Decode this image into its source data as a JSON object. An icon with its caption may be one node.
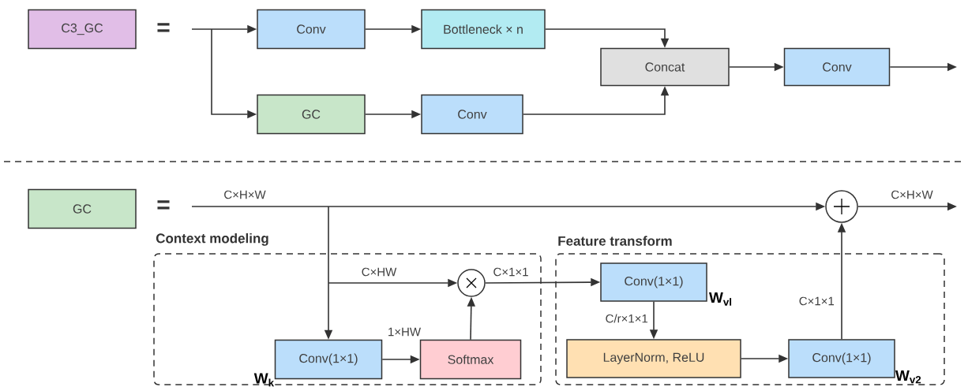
{
  "diagram": {
    "nodes": [
      {
        "text": [
          "C3_GC"
        ]
      },
      {
        "text": [
          "Conv"
        ]
      },
      {
        "text": [
          "Bottleneck × n"
        ]
      },
      {
        "text": [
          "GC"
        ]
      },
      {
        "text": [
          "Conv"
        ]
      },
      {
        "text": [
          "Concat"
        ]
      },
      {
        "text": [
          "Conv"
        ]
      },
      {
        "text": [
          "GC"
        ]
      },
      {
        "text": [
          "Context modeling"
        ]
      },
      {
        "text": [
          "Feature transform"
        ]
      },
      {
        "text": [],
        "shape": "circle",
        "in": 8
      },
      {
        "text": [
          "Conv(1×1)"
        ],
        "beside": [
          "W$_{k}$"
        ],
        "in": 8
      },
      {
        "text": [
          "Softmax"
        ],
        "in": 8
      },
      {
        "text": [
          "Conv(1×1)"
        ],
        "beside": [
          "W$_{vl}$"
        ],
        "in": 9
      },
      {
        "text": [
          "LayerNorm, ReLU"
        ],
        "in": 9
      },
      {
        "text": [
          "Conv(1×1)"
        ],
        "beside": [
          "W$_{v2}$"
        ],
        "in": 9
      },
      {
        "text": [],
        "shape": "circle"
      }
    ],
    "edges": [
      {
        "from": null,
        "to": 1,
        "arrow": "to"
      },
      {
        "from": null,
        "to": 3,
        "arrow": "to"
      },
      {
        "from": 1,
        "to": 2,
        "arrow": "to"
      },
      {
        "from": 2,
        "to": 5,
        "arrow": "to"
      },
      {
        "from": 3,
        "to": 4,
        "arrow": "to"
      },
      {
        "from": 4,
        "to": 5,
        "arrow": "to"
      },
      {
        "from": 5,
        "to": 6,
        "arrow": "to"
      },
      {
        "from": 6,
        "to": null,
        "arrow": "to"
      },
      {
        "from": null,
        "to": 16,
        "arrow": "to",
        "label": "C×H×W"
      },
      {
        "from": null,
        "to": 11,
        "arrow": "to"
      },
      {
        "from": null,
        "to": 10,
        "arrow": "to",
        "label": "C×HW"
      },
      {
        "from": 11,
        "to": 12,
        "arrow": "to",
        "label": "1×HW"
      },
      {
        "from": 12,
        "to": 10,
        "arrow": "to"
      },
      {
        "from": 10,
        "to": 13,
        "arrow": "to",
        "label": "C×1×1"
      },
      {
        "from": 13,
        "to": 14,
        "arrow": "to",
        "label": "C/r×1×1"
      },
      {
        "from": 14,
        "to": 15,
        "arrow": "to"
      },
      {
        "from": 15,
        "to": 16,
        "arrow": "to",
        "label": "C×1×1"
      },
      {
        "from": 16,
        "to": null,
        "arrow": "to",
        "label": "C×H×W"
      }
    ],
    "labels": [
      "=",
      "="
    ]
  }
}
